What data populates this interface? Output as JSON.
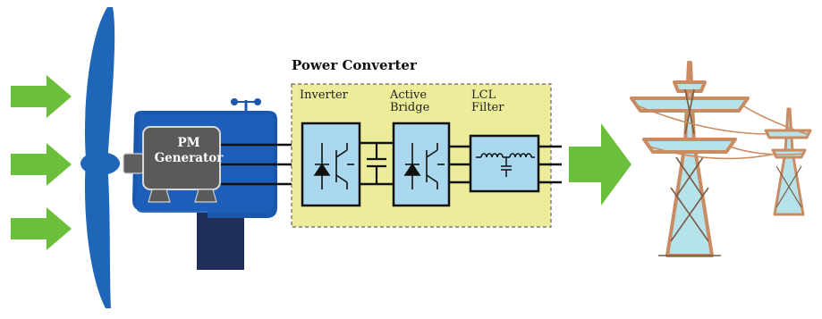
{
  "diagram": {
    "title": "Power Converter",
    "generator": {
      "line1": "PM",
      "line2": "Generator"
    },
    "stages": {
      "inverter": "Inverter",
      "active_bridge_line1": "Active",
      "active_bridge_line2": "Bridge",
      "lcl_line1": "LCL",
      "lcl_line2": "Filter"
    }
  },
  "colors": {
    "blade": "#1f66b8",
    "housing": "#1a57ae",
    "tower": "#1f2f5a",
    "generator": "#5a5a5a",
    "converter_box": "#ecec9a",
    "module": "#a9d8ee",
    "arrow": "#6cbf3a",
    "pylon_outline": "#c98c62",
    "pylon_fill": "#b6e2ea"
  },
  "icons": [
    "wind-arrow-icon",
    "turbine-blade-icon",
    "anemometer-icon",
    "igbt-diode-icon",
    "capacitor-icon",
    "inductor-icon",
    "power-flow-arrow-icon",
    "transmission-tower-icon"
  ]
}
